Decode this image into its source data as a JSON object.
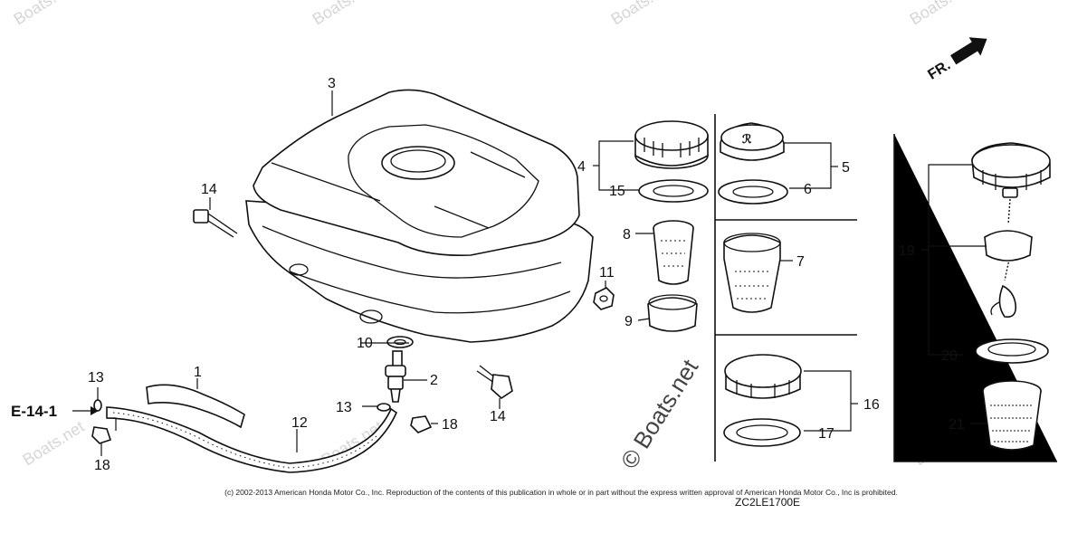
{
  "diagram": {
    "callouts": {
      "c1": "1",
      "c2": "2",
      "c3": "3",
      "c4": "4",
      "c5": "5",
      "c6": "6",
      "c7": "7",
      "c8": "8",
      "c9": "9",
      "c10": "10",
      "c11": "11",
      "c12": "12",
      "c13a": "13",
      "c13b": "13",
      "c14a": "14",
      "c14b": "14",
      "c15": "15",
      "c16": "16",
      "c17": "17",
      "c18a": "18",
      "c18b": "18",
      "c19": "19",
      "c20": "20",
      "c21": "21"
    },
    "reference_label": "E-14-1",
    "front_indicator": "FR.",
    "watermark": "Boats.net",
    "watermark_main": "© Boats.net"
  },
  "footer": {
    "copyright": "(c) 2002-2013 American Honda Motor Co., Inc. Reproduction of the contents of this publication in whole or in part without the express written approval of American Honda Motor Co., Inc is prohibited.",
    "diagram_code": "ZC2LE1700E"
  }
}
